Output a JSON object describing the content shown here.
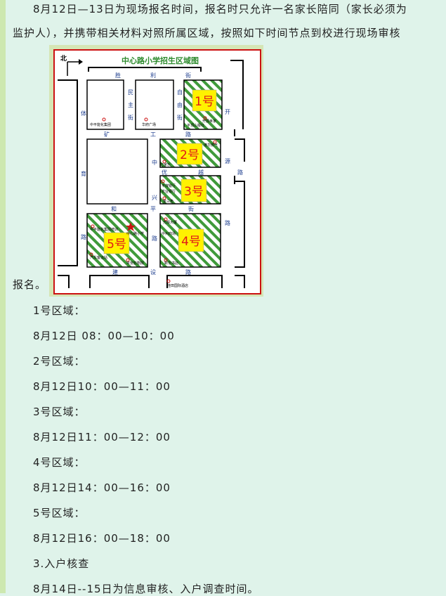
{
  "paragraph": {
    "line1": "8月12日—13日为现场报名时间，报名时只允许一名家长陪同（家长必须为",
    "line2": "监护人），并携带相关材料对照所属区域，按照如下时间节点到校进行现场审核",
    "line3": "报名。"
  },
  "map": {
    "title": "中心路小学招生区域图",
    "north": "北",
    "roads": {
      "shengli": [
        "胜",
        "利",
        "街"
      ],
      "minzhu": [
        "民",
        "主",
        "街"
      ],
      "ziyou": [
        "自",
        "由",
        "街"
      ],
      "kai": [
        "开"
      ],
      "tiyu": [
        "体",
        "育"
      ],
      "kuanggong": [
        "矿",
        "工",
        "路"
      ],
      "zhongxing": [
        "中",
        "兴"
      ],
      "youyue": [
        "优",
        "越"
      ],
      "yuan": [
        "源",
        "路"
      ],
      "heping": [
        "和",
        "平",
        "街"
      ],
      "lu_left": [
        "路"
      ],
      "lu_mid": [
        "路"
      ],
      "lu_right": [
        "路"
      ],
      "jianshe": [
        "建",
        "设",
        "路"
      ]
    },
    "zones": [
      "1号",
      "2号",
      "3号",
      "4号",
      "5号"
    ],
    "pois": {
      "p1": "中平能化集团",
      "p2": "华府广场",
      "p3": "开源世家",
      "p4": "平顶山报社",
      "p5": "港华燃气",
      "p6": "万家乐",
      "p7": "平煤银行",
      "p8": "农业银行",
      "p9": "金三角",
      "p10": "中心路小学",
      "p11": "中平能化集团培训",
      "p12": "汽车客运站",
      "p13": "平安影剧院",
      "p14": "光辉大厦",
      "p15": "中州商场",
      "p16": "新华书店",
      "p17": "佳田国际酒店"
    }
  },
  "schedule": [
    {
      "zone": "1号区域：",
      "time": "8月12日 08：00—10：00"
    },
    {
      "zone": "2号区域：",
      "time": "8月12日10：00—11：00"
    },
    {
      "zone": "3号区域：",
      "time": "8月12日11：00—12：00"
    },
    {
      "zone": "4号区域：",
      "time": "8月12日14：00—16：00"
    },
    {
      "zone": "5号区域：",
      "time": "8月12日16：00—18：00"
    }
  ],
  "section3": {
    "heading": "3.入户核查",
    "text": "8月14日--15日为信息审核、入户调查时间。"
  }
}
